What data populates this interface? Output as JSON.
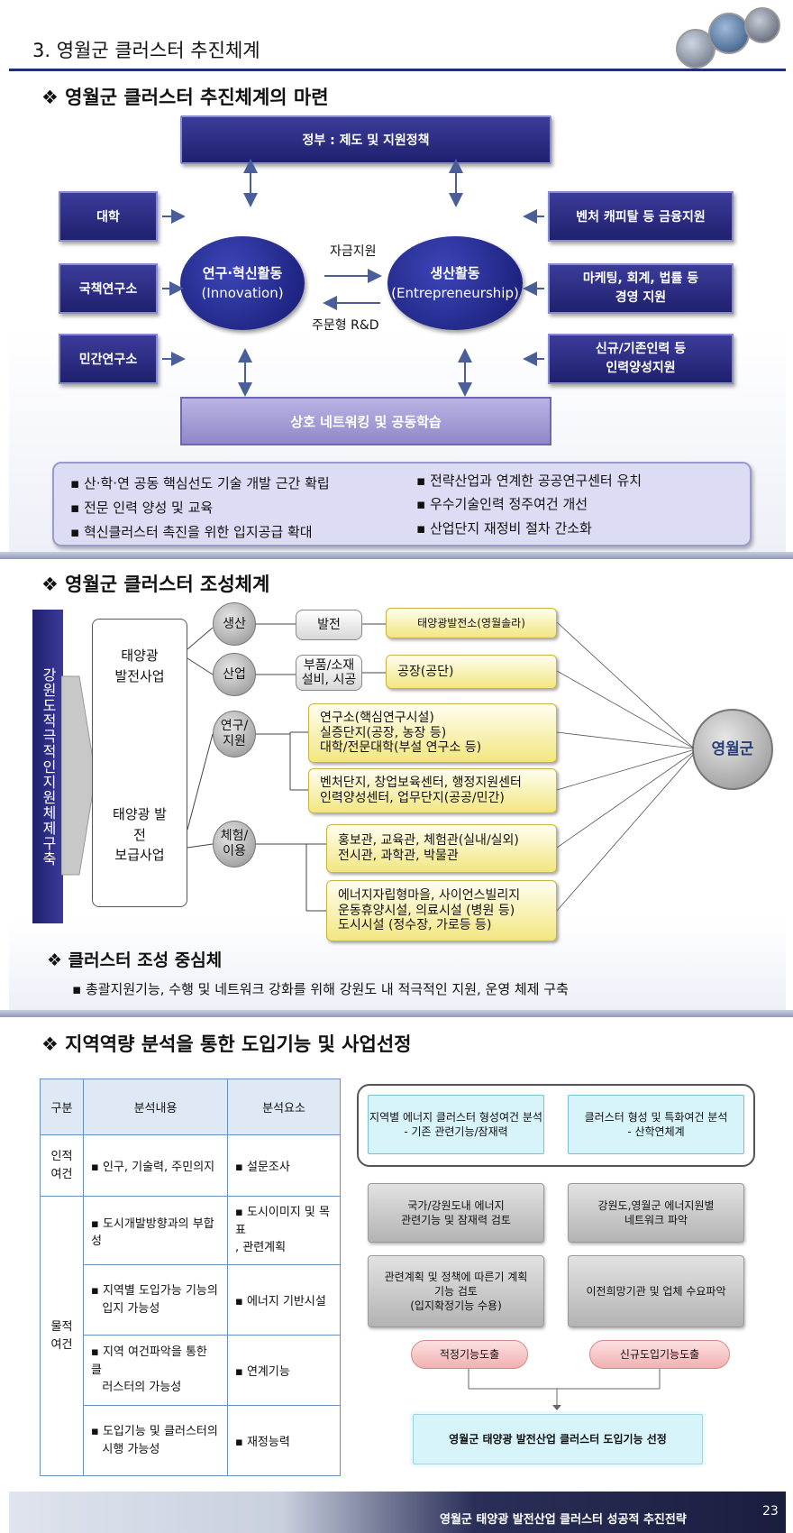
{
  "slide1": {
    "title": "3. 영월군 클러스터 추진체계",
    "subtitle": "영월군 클러스터 추진체계의 마련",
    "gov": "정부 : 제도 및 지원정책",
    "left": [
      "대학",
      "국책연구소",
      "민간연구소"
    ],
    "right": [
      "벤처 캐피탈 등 금융지원",
      "마케팅, 회계, 법률 등",
      "경영 지원",
      "신규/기존인력 등",
      "인력양성지원"
    ],
    "oval_left": [
      "연구·혁신활동",
      "(Innovation)"
    ],
    "oval_right": [
      "생산활동",
      "(Entrepreneurship)"
    ],
    "arrow_top": "자금지원",
    "arrow_bottom": "주문형 R&D",
    "bottom": "상호 네트워킹 및 공동학습",
    "bullets_left": [
      "산·학·연 공동 핵심선도 기술 개발 근간 확립",
      "전문 인력 양성 및 교육",
      "혁신클러스터 촉진을 위한 입지공급 확대"
    ],
    "bullets_right": [
      "전략산업과 연계한 공공연구센터 유치",
      "우수기술인력 정주여건 개선",
      "산업단지 재정비 절차 간소화"
    ]
  },
  "slide2": {
    "subtitle": "영월군 클러스터 조성체계",
    "vertical": "강원도적극적인지원체제구축",
    "biz1": [
      "태양광",
      "발전사업"
    ],
    "biz2": [
      "태양광 발",
      "전",
      "보급사업"
    ],
    "cat": [
      "생산",
      "산업",
      "연구/",
      "지원",
      "체험/",
      "이용"
    ],
    "mid": [
      "발전",
      "부품/소재",
      "설비, 시공"
    ],
    "out1": "태양광발전소(영월솔라)",
    "out2": "공장(공단)",
    "out3": [
      "연구소(핵심연구시설)",
      "실증단지(공장, 농장 등)",
      "대학/전문대학(부설 연구소 등)"
    ],
    "out4": [
      "벤처단지, 창업보육센터, 행정지원센터",
      "인력양성센터, 업무단지(공공/민간)"
    ],
    "out5": [
      "홍보관, 교육관, 체험관(실내/실외)",
      "전시관, 과학관, 박물관"
    ],
    "out6": [
      "에너지자립형마을, 사이언스빌리지",
      "운동휴양시설, 의료시설 (병원 등)",
      "도시시설 (정수장, 가로등 등)"
    ],
    "hub": "영월군",
    "core_title": "클러스터 조성 중심체",
    "core_text": "총괄지원기능, 수행 및 네트워크 강화를 위해 강원도 내 적극적인 지원, 운영 체제 구축"
  },
  "slide3": {
    "subtitle": "지역역량 분석을 통한 도입기능 및 사업선정",
    "table": {
      "headers": [
        "구분",
        "분석내용",
        "분석요소"
      ],
      "g1": [
        "인적",
        "여건"
      ],
      "g2": [
        "물적",
        "여건"
      ],
      "rows": [
        {
          "content": [
            "인구, 기술력, 주민의지"
          ],
          "element": [
            "설문조사"
          ]
        },
        {
          "content": [
            "도시개발방향과의 부합성"
          ],
          "element": [
            "도시이미지 및 목표",
            ", 관련계획"
          ]
        },
        {
          "content": [
            "지역별 도입가능 기능의",
            "입지 가능성"
          ],
          "element": [
            "에너지 기반시설"
          ]
        },
        {
          "content": [
            "지역 여건파악을 통한 클",
            "러스터의 가능성"
          ],
          "element": [
            "연계기능"
          ]
        },
        {
          "content": [
            "도입기능 및 클러스터의",
            "시행 가능성"
          ],
          "element": [
            "재정능력"
          ]
        }
      ]
    },
    "flow": {
      "top_left": [
        "지역별 에너지 클러스터 형성여건 분석",
        "- 기존 관련기능/잠재력"
      ],
      "top_right": [
        "클러스터 형성 및 특화여건 분석",
        "- 산학연체계"
      ],
      "mid1_left": [
        "국가/강원도내 에너지",
        "관련기능 및 잠재력 검토"
      ],
      "mid1_right": [
        "강원도,영월군 에너지원별",
        "네트워크 파악"
      ],
      "mid2_left": [
        "관련계획 및 정책에 따른기 계획",
        "기능 검토",
        "(입지확정기능 수용)"
      ],
      "mid2_right": [
        "이전희망기관 및 업체 수요파악"
      ],
      "pill_left": "적정기능도출",
      "pill_right": "신규도입기능도출",
      "final": "영월군 태양광 발전산업 클러스터 도입기능 선정"
    },
    "footer": "영월군 태양광 발전산업 클러스터 성공적 추진전략",
    "page_num": "23"
  }
}
